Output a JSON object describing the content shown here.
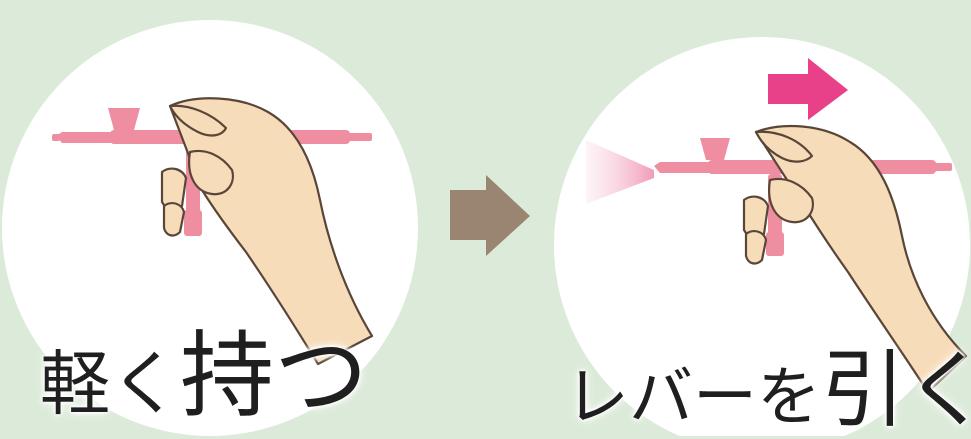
{
  "captions": {
    "left": {
      "part1": "軽く",
      "part2": "持つ"
    },
    "right": {
      "part1": "レバーを",
      "part2": "引く"
    }
  },
  "colors": {
    "background": "#dcebd9",
    "circle": "#ffffff",
    "airbrush": "#ee8ea0",
    "hand": "#f7dcba",
    "hand_outline": "#5a4638",
    "arrow_brown": "#9a8472",
    "arrow_pink": "#e8418a",
    "spray": "#f19bb9",
    "text": "#1f1f1f"
  },
  "icons": {
    "left_panel": "hand-holding-airbrush-icon",
    "right_panel": "hand-pulling-lever-icon",
    "transition": "right-arrow-icon",
    "lever_direction": "pink-right-arrow-icon",
    "spray": "spray-cone-icon"
  }
}
